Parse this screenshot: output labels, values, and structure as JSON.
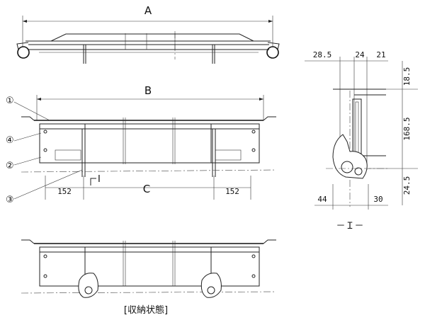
{
  "dimensions": {
    "A": "A",
    "B": "B",
    "C": "C",
    "left_offset": "152",
    "right_offset": "152",
    "top_left": "28.5",
    "top_mid": "24",
    "top_right": "21",
    "right_top": "18.5",
    "right_mid": "168.5",
    "right_bot": "24.5",
    "bot_left": "44",
    "bot_right": "30"
  },
  "callouts": [
    "①",
    "④",
    "②",
    "③"
  ],
  "section_mark": "I",
  "section_title": "－Ｉ－",
  "caption": "[収納状態]"
}
